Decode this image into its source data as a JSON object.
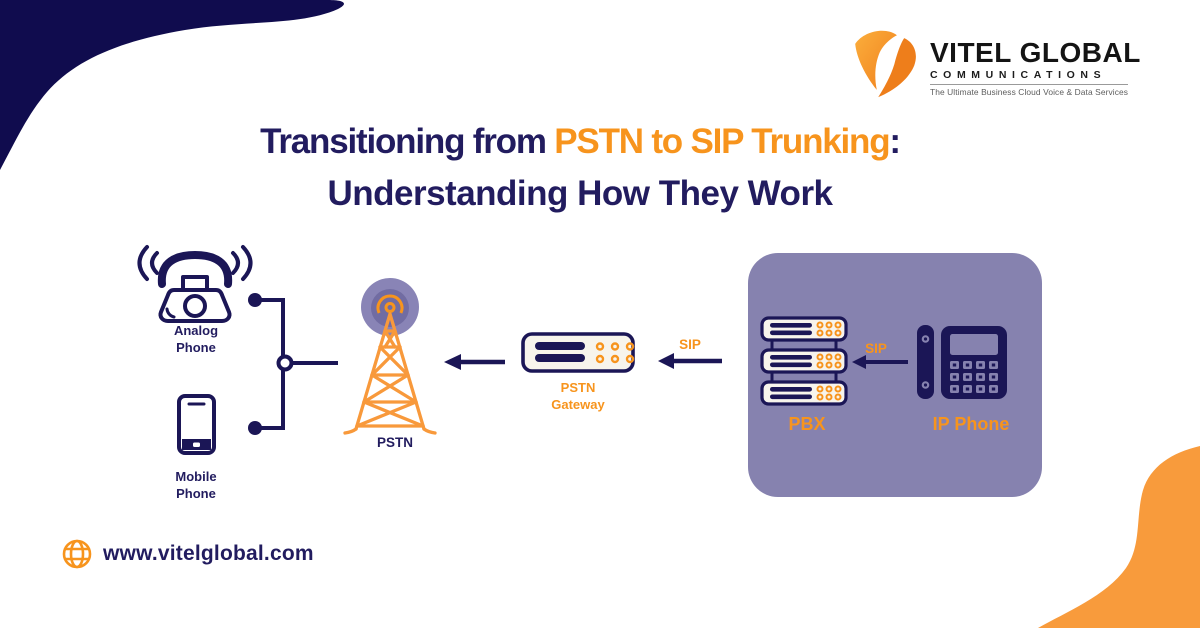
{
  "logo": {
    "brand": "VITEL GLOBAL",
    "subtitle": "COMMUNICATIONS",
    "tagline": "The Ultimate Business Cloud Voice & Data Services"
  },
  "title": {
    "line1_prefix": "Transitioning from ",
    "line1_highlight": "PSTN to SIP Trunking",
    "line1_suffix": ":",
    "line2": "Understanding How They Work"
  },
  "diagram": {
    "analog_phone_label_line1": "Analog",
    "analog_phone_label_line2": "Phone",
    "mobile_phone_label_line1": "Mobile",
    "mobile_phone_label_line2": "Phone",
    "pstn_label": "PSTN",
    "gateway_label_line1": "PSTN",
    "gateway_label_line2": "Gateway",
    "sip_label_left": "SIP",
    "sip_label_right": "SIP",
    "pbx_label": "PBX",
    "ip_phone_label": "IP Phone"
  },
  "footer": {
    "website": "www.vitelglobal.com"
  },
  "colors": {
    "navy_corner": "#100C4E",
    "navy": "#1B1656",
    "navy_text": "#221C5F",
    "orange": "#F7941D",
    "orange_swoosh": "#F89B3C",
    "panel_purple": "#8682AF",
    "panel_purple_dark": "#716CA2",
    "server_fill": "#F7F4EC"
  }
}
